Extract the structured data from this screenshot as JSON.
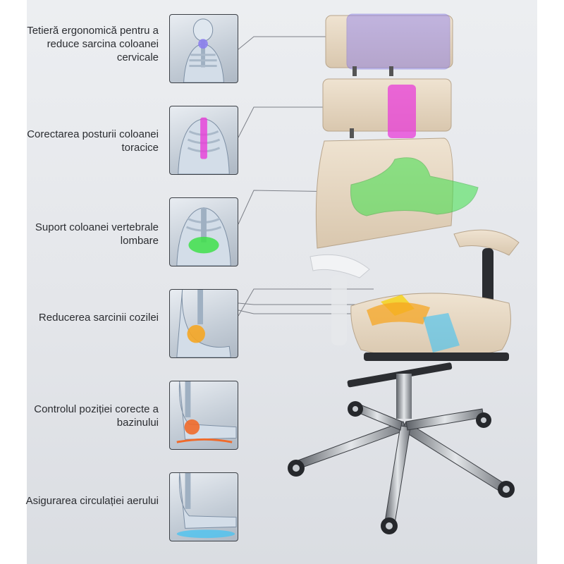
{
  "features": [
    {
      "label": "Tetieră ergonomică pentru a reduce sarcina coloanei cervicale",
      "icon": "neck-spine-icon",
      "highlight": "#8a7cf0"
    },
    {
      "label": "Corectarea posturii coloanei toracice",
      "icon": "thoracic-spine-icon",
      "highlight": "#e83cd8"
    },
    {
      "label": "Suport coloanei vertebrale lombare",
      "icon": "lumbar-spine-icon",
      "highlight": "#3ee04a"
    },
    {
      "label": "Reducerea sarcinii cozilei",
      "icon": "tailbone-icon",
      "highlight": "#f5a623"
    },
    {
      "label": "Controlul poziției corecte a bazinului",
      "icon": "pelvis-icon",
      "highlight": "#f06a2a"
    },
    {
      "label": "Asigurarea circulației aerului",
      "icon": "air-circulation-icon",
      "highlight": "#4cc3f0"
    }
  ]
}
